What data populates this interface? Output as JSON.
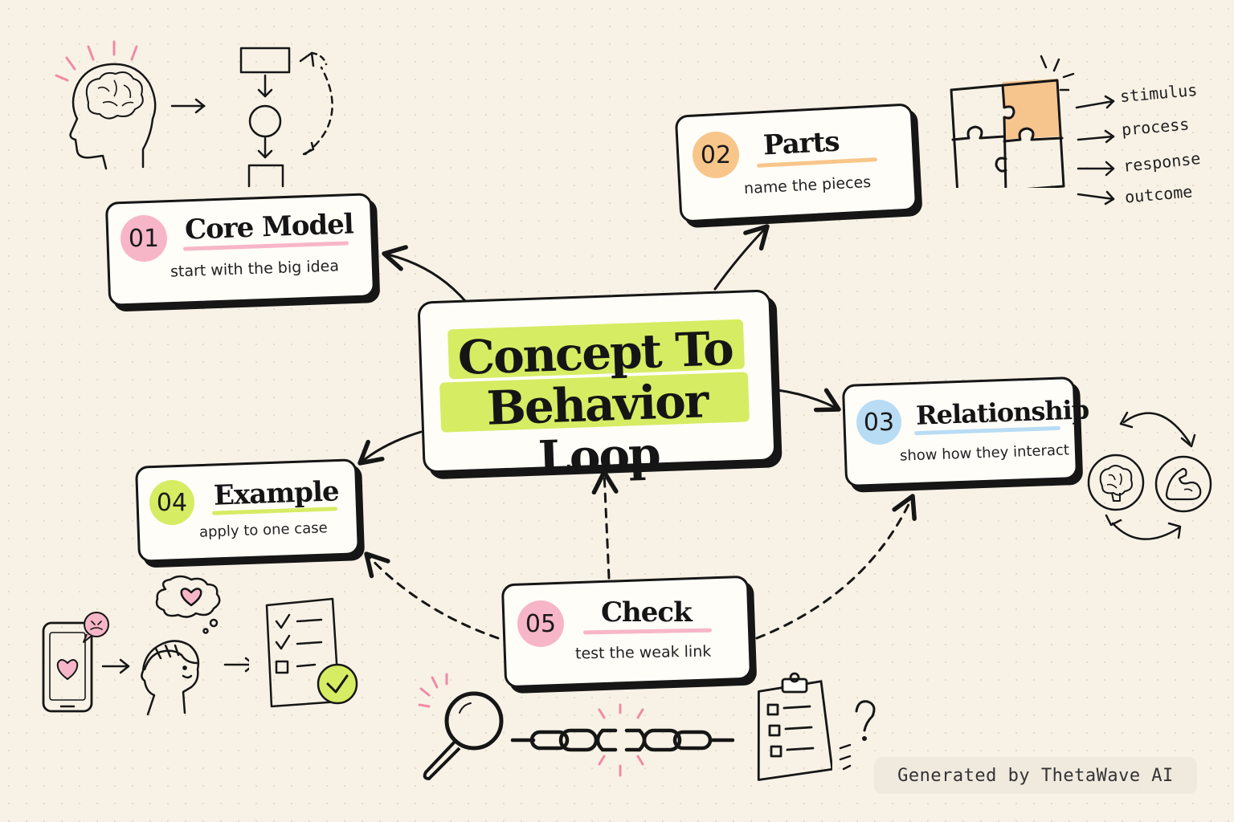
{
  "central": {
    "line1": "Concept To",
    "line2": "Behavior Loop",
    "highlight_color": "#d6ec63"
  },
  "steps": [
    {
      "number": "01",
      "title": "Core Model",
      "subtitle": "start with the big idea",
      "accent": "#f7b6c8"
    },
    {
      "number": "02",
      "title": "Parts",
      "subtitle": "name the pieces",
      "accent": "#f8c68a"
    },
    {
      "number": "03",
      "title": "Relationship",
      "subtitle": "show how they interact",
      "accent": "#b9dcf5"
    },
    {
      "number": "04",
      "title": "Example",
      "subtitle": "apply to one case",
      "accent": "#d6ec63"
    },
    {
      "number": "05",
      "title": "Check",
      "subtitle": "test the weak link",
      "accent": "#f7b6c8"
    }
  ],
  "parts_labels": [
    "stimulus",
    "process",
    "response",
    "outcome"
  ],
  "icons": {
    "core_model": [
      "head-brain-icon",
      "flowchart-loop-icon"
    ],
    "parts": [
      "puzzle-icon"
    ],
    "relationship": [
      "brain-icon",
      "muscle-arm-icon",
      "cycle-arrows-icon"
    ],
    "example": [
      "phone-heart-icon",
      "person-thinking-icon",
      "checklist-icon"
    ],
    "check": [
      "magnifier-icon",
      "broken-chain-icon",
      "clipboard-icon",
      "question-mark-icon"
    ]
  },
  "footer": "Generated by ThetaWave AI"
}
